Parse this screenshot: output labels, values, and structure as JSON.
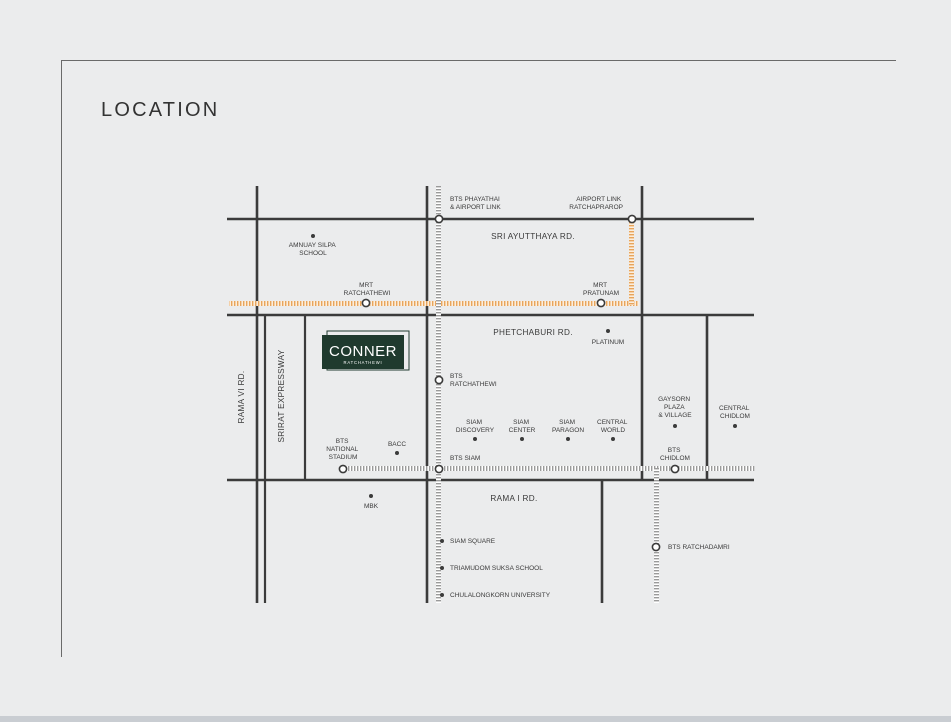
{
  "page": {
    "title": "LOCATION"
  },
  "brand": {
    "name": "CONNER",
    "sub": "RATCHATHEWI"
  },
  "roads": {
    "sri_ayutthaya": "SRI AYUTTHAYA RD.",
    "phetchaburi": "PHETCHABURI RD.",
    "rama_i": "RAMA I RD.",
    "rama_vi": "RAMA VI RD.",
    "srirat": "SRIRAT EXPRESSWAY"
  },
  "stations": {
    "bts_phayathai": [
      "BTS PHAYATHAI",
      "& AIRPORT LINK"
    ],
    "airport_link_ratchaprarop": [
      "AIRPORT LINK",
      "RATCHAPRAROP"
    ],
    "mrt_ratchathewi": [
      "MRT",
      "RATCHATHEWI"
    ],
    "mrt_pratunam": [
      "MRT",
      "PRATUNAM"
    ],
    "bts_ratchathewi": [
      "BTS",
      "RATCHATHEWI"
    ],
    "bts_national_stadium": [
      "BTS",
      "NATIONAL",
      "STADIUM"
    ],
    "bts_siam": [
      "BTS SIAM"
    ],
    "bts_chidlom": [
      "BTS",
      "CHIDLOM"
    ],
    "bts_ratchadamri": [
      "BTS RATCHADAMRI"
    ]
  },
  "places": {
    "amnuay_silpa": [
      "AMNUAY SILPA",
      "SCHOOL"
    ],
    "platinum": [
      "PLATINUM"
    ],
    "siam_discovery": [
      "SIAM",
      "DISCOVERY"
    ],
    "siam_center": [
      "SIAM",
      "CENTER"
    ],
    "siam_paragon": [
      "SIAM",
      "PARAGON"
    ],
    "central_world": [
      "CENTRAL",
      "WORLD"
    ],
    "gaysorn": [
      "GAYSORN",
      "PLAZA",
      "& VILLAGE"
    ],
    "central_chidlom": [
      "CENTRAL",
      "CHIDLOM"
    ],
    "bacc": [
      "BACC"
    ],
    "mbk": [
      "MBK"
    ],
    "siam_square": [
      "SIAM SQUARE"
    ],
    "triamudom": [
      "TRIAMUDOM SUKSA SCHOOL"
    ],
    "chulalongkorn": [
      "CHULALONGKORN UNIVERSITY"
    ]
  },
  "colors": {
    "road": "#3b3b3b",
    "bts_line": "#a9a9a9",
    "airport_link": "#e8a55c",
    "brand_bg": "#1f3a2e"
  }
}
